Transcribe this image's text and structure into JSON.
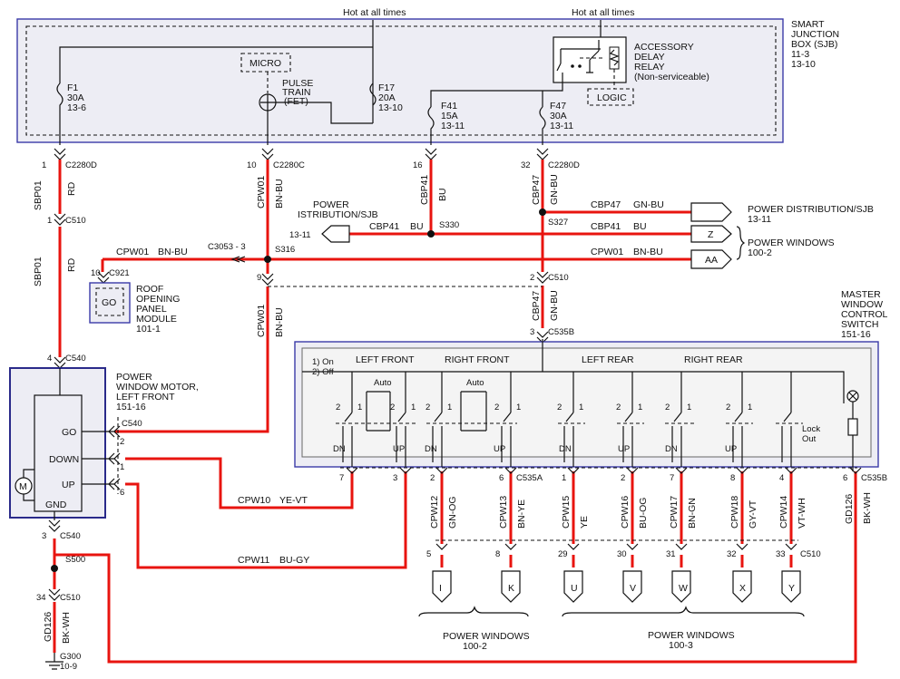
{
  "top": {
    "hot1": "Hot at all times",
    "hot2": "Hot at all times"
  },
  "sjb": {
    "title_lines": [
      "SMART",
      "JUNCTION",
      "BOX (SJB)",
      "11-3",
      "13-10"
    ],
    "micro": "MICRO",
    "pulse": [
      "PULSE",
      "TRAIN",
      "(FET)"
    ],
    "relay": [
      "ACCESSORY",
      "DELAY",
      "RELAY",
      "(Non-serviceable)"
    ],
    "logic": "LOGIC",
    "fuses": [
      {
        "lines": [
          "F1",
          "30A",
          "13-6"
        ]
      },
      {
        "lines": [
          "F17",
          "20A",
          "13-10"
        ]
      },
      {
        "lines": [
          "F41",
          "15A",
          "13-11"
        ]
      },
      {
        "lines": [
          "F47",
          "30A",
          "13-11"
        ]
      }
    ]
  },
  "connectors": {
    "c2280d_1": {
      "pin": "1",
      "name": "C2280D"
    },
    "c2280c_10": {
      "pin": "10",
      "name": "C2280C"
    },
    "c2280_16": {
      "pin": "16"
    },
    "c2280d_32": {
      "pin": "32",
      "name": "C2280D"
    },
    "c510_1": {
      "pin": "1",
      "name": "C510"
    },
    "c921": {
      "pin": "10",
      "name": "C921"
    },
    "c3053": "C3053 - 3",
    "s316": "S316",
    "s330": "S330",
    "s327": "S327",
    "pin9": "9",
    "c510_2": {
      "pin": "2",
      "name": "C510"
    },
    "c535b_3": {
      "pin": "3",
      "name": "C535B"
    },
    "c540_4": {
      "pin": "4",
      "name": "C540"
    },
    "c540_mid": "C540",
    "c540_3": {
      "pin": "3",
      "name": "C540"
    },
    "s500": "S500",
    "c510_34": {
      "pin": "34",
      "name": "C510"
    },
    "g300": [
      "G300",
      "10-9"
    ],
    "c535a": "C535A",
    "c535b_6": {
      "pin": "6",
      "name": "C535B"
    },
    "c510_33": "C510"
  },
  "wires": {
    "sbp01_a": {
      "circuit": "SBP01",
      "color": "RD"
    },
    "sbp01_b": {
      "circuit": "SBP01",
      "color": "RD"
    },
    "cpw01_a": {
      "circuit": "CPW01",
      "color": "BN-BU"
    },
    "cpw01_b": {
      "circuit": "CPW01",
      "color": "BN-BU"
    },
    "cbp41": {
      "circuit": "CBP41",
      "color": "BU"
    },
    "cbp47": {
      "circuit": "CBP47",
      "color": "GN-BU"
    },
    "cbp47_b": {
      "circuit": "CBP47",
      "color": "GN-BU"
    },
    "h_cbp47": {
      "circuit": "CBP47",
      "color": "GN-BU"
    },
    "h_cbp41": {
      "circuit": "CBP41",
      "color": "BU"
    },
    "h_cbp41_left": {
      "circuit": "CBP41",
      "color": "BU"
    },
    "h_cpw01": {
      "circuit": "CPW01",
      "color": "BN-BU"
    },
    "h_cpw01_left": {
      "circuit": "CPW01",
      "color": "BN-BU"
    },
    "cpw10": {
      "circuit": "CPW10",
      "color": "YE-VT"
    },
    "cpw11": {
      "circuit": "CPW11",
      "color": "BU-GY"
    },
    "gd126_a": {
      "circuit": "GD126",
      "color": "BK-WH"
    },
    "gd126_b": {
      "circuit": "GD126",
      "color": "BK-WH"
    }
  },
  "bottom_wires": [
    {
      "pin_top": "2",
      "circuit": "CPW12",
      "color": "GN-OG",
      "pin_bot": "5",
      "term": "I"
    },
    {
      "pin_top": "6",
      "circuit": "CPW13",
      "color": "BN-YE",
      "pin_bot": "8",
      "term": "K"
    },
    {
      "pin_top": "1",
      "circuit": "CPW15",
      "color": "YE",
      "pin_bot": "29",
      "term": "U"
    },
    {
      "pin_top": "2",
      "circuit": "CPW16",
      "color": "BU-OG",
      "pin_bot": "30",
      "term": "V"
    },
    {
      "pin_top": "7",
      "circuit": "CPW17",
      "color": "BN-GN",
      "pin_bot": "31",
      "term": "W"
    },
    {
      "pin_top": "8",
      "circuit": "CPW18",
      "color": "GY-VT",
      "pin_bot": "32",
      "term": "X"
    },
    {
      "pin_top": "4",
      "circuit": "CPW14",
      "color": "VT-WH",
      "pin_bot": "33",
      "term": "Y"
    }
  ],
  "switch_pins": {
    "p7": "7",
    "p3": "3"
  },
  "dest": {
    "pd_right": [
      "POWER DISTRIBUTION/SJB",
      "13-11"
    ],
    "pd_left": [
      "POWER",
      "ISTRIBUTION/SJB"
    ],
    "pd_left_ref": "13-11",
    "pw_right": [
      "POWER WINDOWS",
      "100-2"
    ],
    "term_z": "Z",
    "term_aa": "AA",
    "pw_bottom_left": [
      "POWER WINDOWS",
      "100-2"
    ],
    "pw_bottom_right": [
      "POWER WINDOWS",
      "100-3"
    ]
  },
  "roof": {
    "go": "GO",
    "lines": [
      "ROOF",
      "OPENING",
      "PANEL",
      "MODULE",
      "101-1"
    ]
  },
  "motor": {
    "title": [
      "POWER",
      "WINDOW MOTOR,",
      "LEFT FRONT",
      "151-16"
    ],
    "go": "GO",
    "down": "DOWN",
    "up": "UP",
    "gnd": "GND",
    "m": "M",
    "pins": {
      "go": "2",
      "down": "1",
      "up": "6"
    }
  },
  "master": {
    "title": [
      "MASTER",
      "WINDOW",
      "CONTROL",
      "SWITCH",
      "151-16"
    ],
    "legend": [
      "1) On",
      "2) Off"
    ],
    "groups": [
      "LEFT FRONT",
      "RIGHT FRONT",
      "LEFT REAR",
      "RIGHT REAR"
    ],
    "auto": "Auto",
    "dn": "DN",
    "up": "UP",
    "pos1": "1",
    "pos2": "2",
    "lock": [
      "Lock",
      "Out"
    ]
  }
}
